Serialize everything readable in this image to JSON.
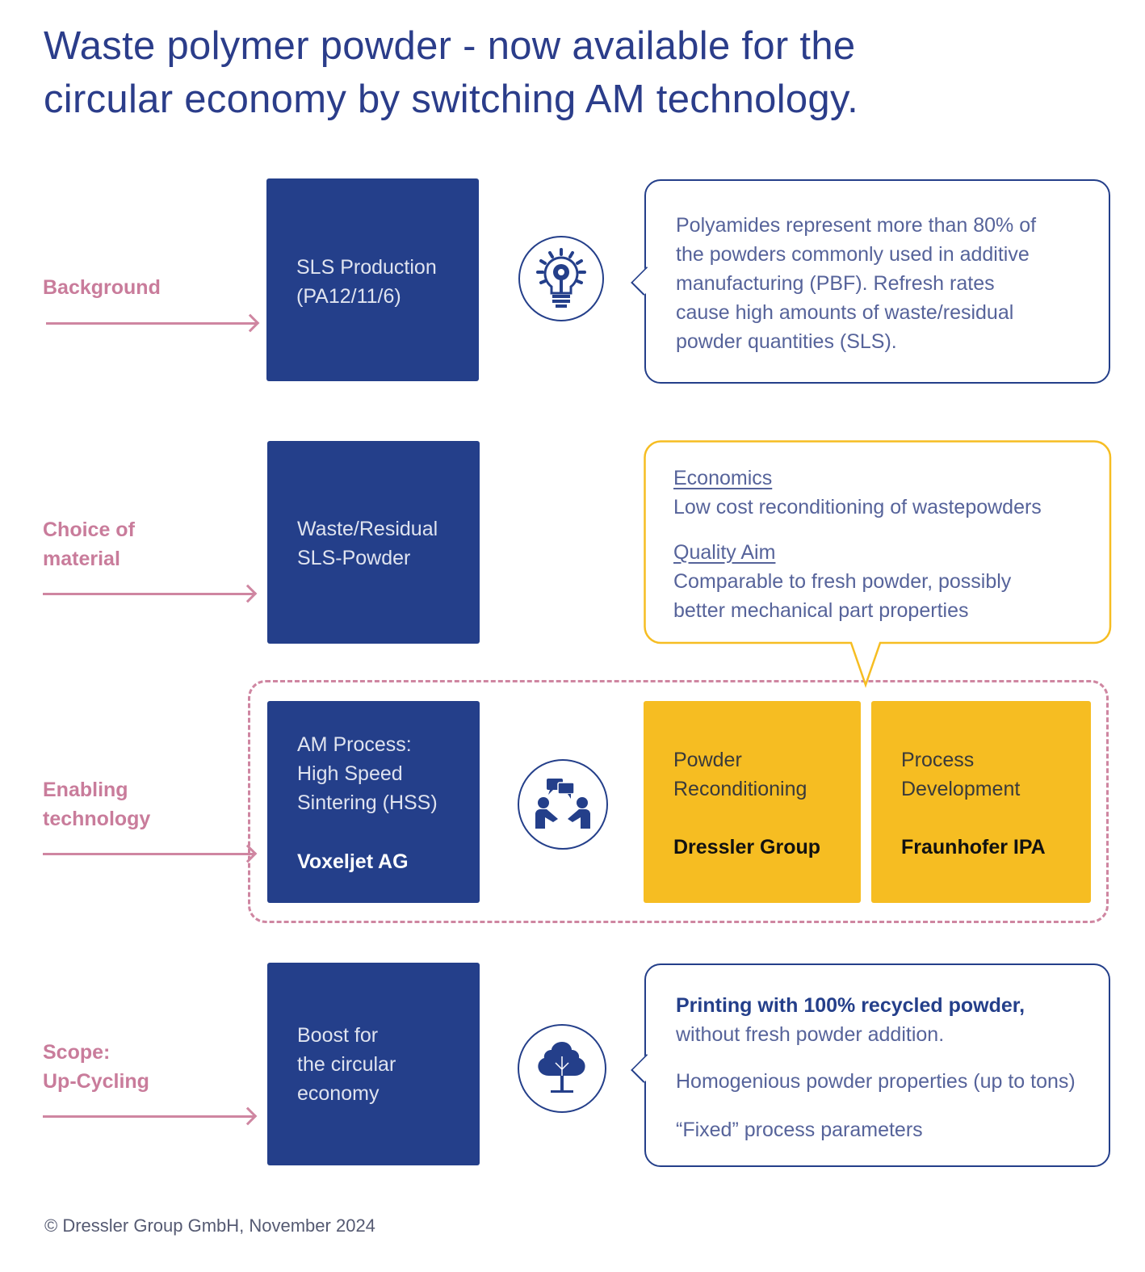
{
  "title": [
    "Waste polymer powder - now available for the",
    "circular economy by switching AM technology."
  ],
  "rows": [
    {
      "label": [
        "Background"
      ],
      "box": [
        "SLS Production",
        "(PA12/11/6)"
      ],
      "icon": "lightbulb-gear-icon",
      "callout": [
        "Polyamides represent more than 80% of",
        "the powders commonly used in additive",
        "manufacturing (PBF). Refresh rates",
        "cause high amounts of waste/residual",
        "powder quantities (SLS)."
      ]
    },
    {
      "label": [
        "Choice of",
        "material"
      ],
      "box": [
        "Waste/Residual",
        "SLS-Powder"
      ],
      "callout": {
        "economics_heading": "Economics",
        "economics_text": "Low cost reconditioning of wastepowders",
        "quality_heading": "Quality Aim",
        "quality_text": [
          "Comparable to fresh powder, possibly",
          "better mechanical part properties"
        ]
      }
    },
    {
      "label": [
        "Enabling",
        "technology"
      ],
      "box": [
        "AM Process:",
        "High Speed",
        "Sintering (HSS)"
      ],
      "box_partner": "Voxeljet AG",
      "icon": "handshake-people-icon",
      "partners": [
        {
          "role": [
            "Powder",
            "Reconditioning"
          ],
          "name": "Dressler Group"
        },
        {
          "role": [
            "Process",
            "Development"
          ],
          "name": "Fraunhofer IPA"
        }
      ]
    },
    {
      "label": [
        "Scope:",
        "Up-Cycling"
      ],
      "box": [
        "Boost for",
        "the circular",
        "economy"
      ],
      "icon": "tree-icon",
      "callout": {
        "bold": "Printing with 100% recycled powder,",
        "line2": "without fresh powder addition.",
        "line3": "Homogenious powder properties (up to tons)",
        "line4": "“Fixed” process parameters"
      }
    }
  ],
  "footer": "© Dressler Group GmbH, November 2024",
  "colors": {
    "navy": "#243f8a",
    "pink": "#cf86a1",
    "yellow": "#f6bd22"
  }
}
